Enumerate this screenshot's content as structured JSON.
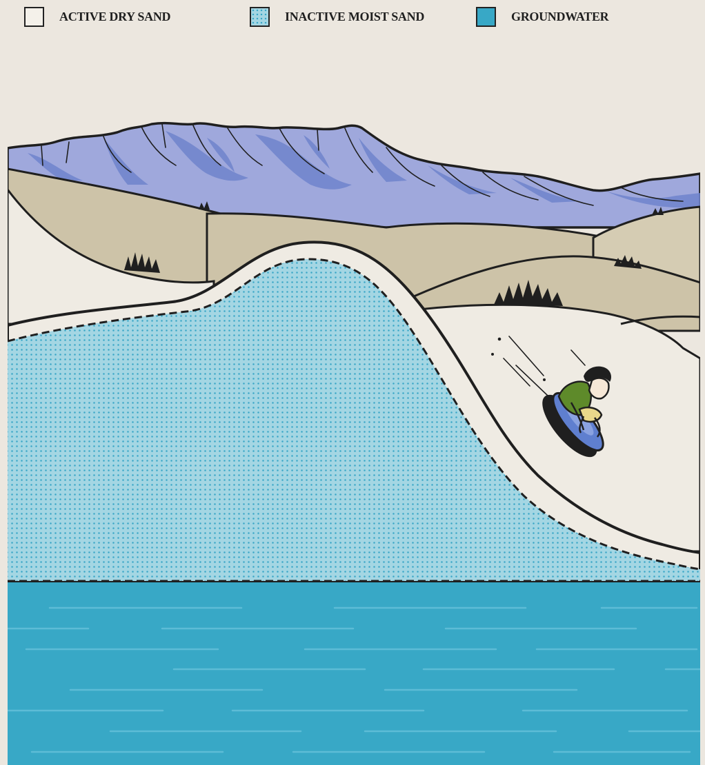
{
  "legend": {
    "items": [
      {
        "label": "ACTIVE DRY SAND",
        "color": "#f4f1ea"
      },
      {
        "label": "INACTIVE MOIST SAND",
        "color": "#a4d6e3"
      },
      {
        "label": "GROUNDWATER",
        "color": "#38a8c6"
      }
    ]
  },
  "colors": {
    "background": "#ece7df",
    "mountains": "#9fa8dc",
    "mountain_shade": "#6f84cc",
    "far_dunes": "#cdc3a8",
    "near_sand": "#efebe3",
    "moist_sand": "#a4d6e3",
    "groundwater": "#38a8c6",
    "outline": "#1f1f1f",
    "shirt": "#5e8a2a",
    "sled": "#5f7fcf"
  },
  "scene": {
    "figure": "child-on-sand-sled",
    "vegetation": "desert-shrubs"
  }
}
